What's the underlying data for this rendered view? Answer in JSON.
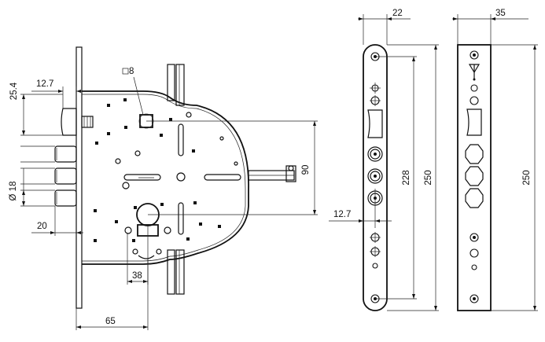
{
  "drawing": {
    "title": "",
    "colors": {
      "line": "#111111",
      "background": "#ffffff"
    },
    "dimensions": {
      "backset_height": "25.4",
      "bolt_offset": "12.7",
      "spindle_square": "8",
      "bolt_diameter": "Ø 18",
      "bolt_throw": "20",
      "spindle_to_cylinder": "90",
      "cylinder_offset": "38",
      "backset": "65",
      "faceplate_width": "22",
      "bolt_spacing": "228",
      "faceplate_length": "250",
      "bolt_edge": "12.7",
      "strike_width": "35",
      "strike_length": "250"
    }
  }
}
